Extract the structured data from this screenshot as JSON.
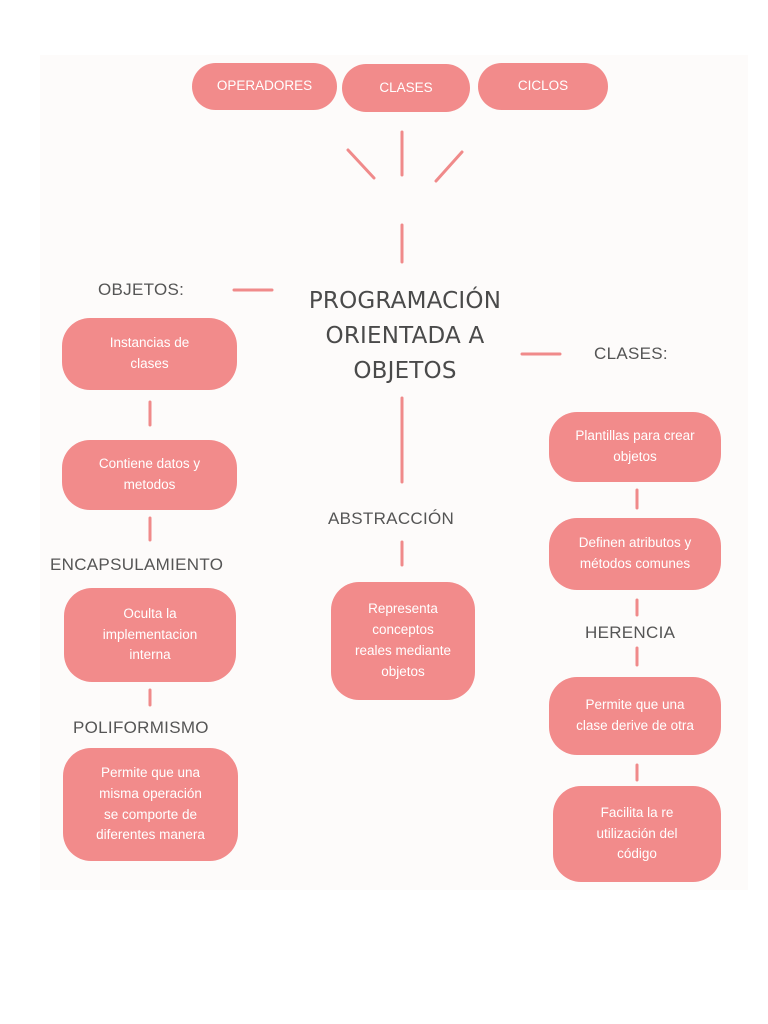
{
  "top_nodes": {
    "operadores": "OPERADORES",
    "clases": "CLASES",
    "ciclos": "CICLOS"
  },
  "center_title": {
    "line1": "PROGRAMACIÓN",
    "line2": "ORIENTADA A",
    "line3": "OBJETOS"
  },
  "left_branch": {
    "heading": "OBJETOS:",
    "box1": [
      "Instancias de",
      "clases"
    ],
    "box2": [
      "Contiene datos y",
      "metodos"
    ],
    "encapsulation_heading": "ENCAPSULAMIENTO",
    "box3": [
      "Oculta la",
      "implementacion",
      "interna"
    ],
    "polymorphism_heading": "POLIFORMISMO",
    "box4": [
      "Permite que una",
      "misma operación",
      "se comporte de",
      "diferentes manera"
    ]
  },
  "middle_branch": {
    "heading": "ABSTRACCIÓN",
    "box1": [
      "Representa",
      "conceptos",
      "reales mediante",
      "objetos"
    ]
  },
  "right_branch": {
    "heading": "CLASES:",
    "box1": [
      "Plantillas para crear",
      "objetos"
    ],
    "box2": [
      "Definen atributos y",
      "métodos comunes"
    ],
    "inheritance_heading": "HERENCIA",
    "box3": [
      "Permite que una",
      "clase derive de otra"
    ],
    "box4": [
      "Facilita la re",
      "utilización del",
      "código"
    ]
  },
  "colors": {
    "node_fill": "#f28b8b",
    "connector": "#f08a8a",
    "heading_text": "#555555",
    "title_text": "#4a4a4a"
  }
}
